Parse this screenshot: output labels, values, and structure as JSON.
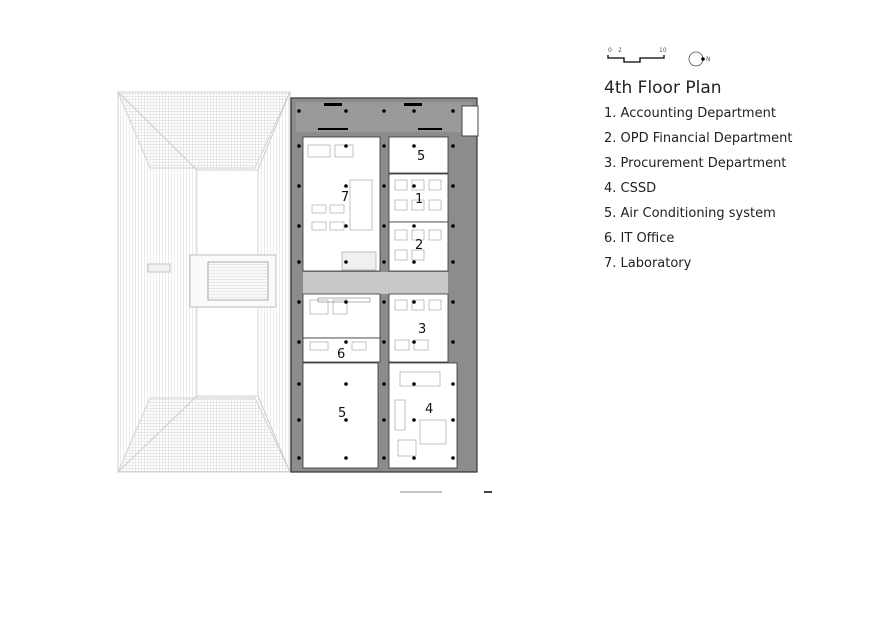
{
  "title": "4th Floor Plan",
  "north_label": "N",
  "scale": {
    "ticks": [
      "0",
      "2",
      "10"
    ]
  },
  "legend": [
    {
      "num": "1",
      "label": "1. Accounting Department"
    },
    {
      "num": "2",
      "label": "2. OPD Financial Department"
    },
    {
      "num": "3",
      "label": "3. Procurement Department"
    },
    {
      "num": "4",
      "label": "4. CSSD"
    },
    {
      "num": "5",
      "label": "5. Air Conditioning system"
    },
    {
      "num": "6",
      "label": "6. IT Office"
    },
    {
      "num": "7",
      "label": "7. Laboratory"
    }
  ],
  "room_labels": [
    "5",
    "7",
    "1",
    "2",
    "3",
    "6",
    "5",
    "4"
  ],
  "colors": {
    "wall": "#8c8c8c",
    "roof_hatch": "#d7d7d7",
    "room_fill": "#ffffff",
    "corridor": "#c8c8c8"
  }
}
